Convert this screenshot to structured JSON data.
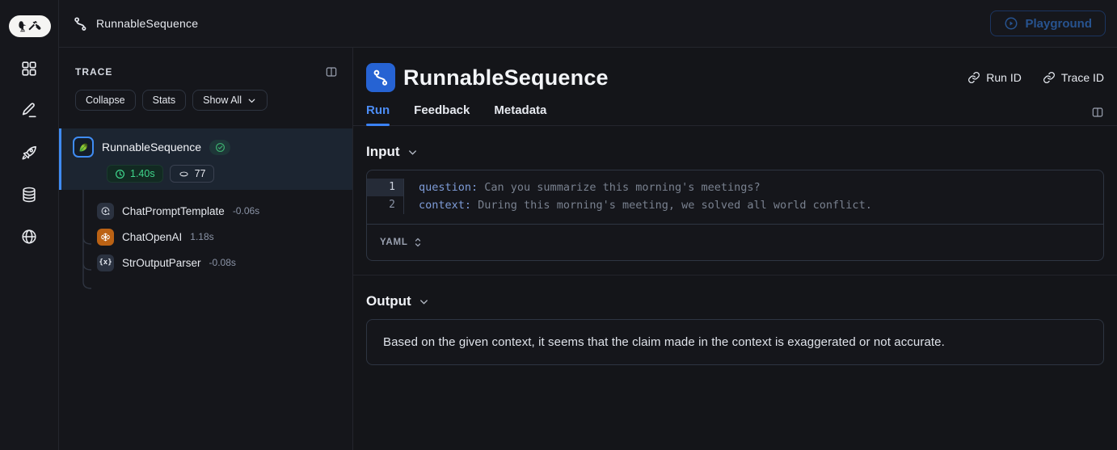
{
  "topbar": {
    "breadcrumb": "RunnableSequence",
    "playground_label": "Playground"
  },
  "sidebar": {
    "icons": [
      "projects-grid-icon",
      "annotation-pencil-icon",
      "deployments-rocket-icon",
      "datasets-database-icon",
      "hub-globe-icon"
    ]
  },
  "trace_panel": {
    "title": "TRACE",
    "collapse_label": "Collapse",
    "stats_label": "Stats",
    "show_all_label": "Show All",
    "root": {
      "name": "RunnableSequence",
      "duration": "1.40s",
      "tokens": "77",
      "status": "success"
    },
    "children": [
      {
        "name": "ChatPromptTemplate",
        "duration": "-0.06s",
        "icon": "prompt-template-icon"
      },
      {
        "name": "ChatOpenAI",
        "duration": "1.18s",
        "icon": "openai-icon"
      },
      {
        "name": "StrOutputParser",
        "duration": "-0.08s",
        "icon": "parser-icon",
        "icon_label": "{x}"
      }
    ]
  },
  "main": {
    "title": "RunnableSequence",
    "run_id_label": "Run ID",
    "trace_id_label": "Trace ID",
    "tabs": [
      {
        "label": "Run",
        "active": true
      },
      {
        "label": "Feedback",
        "active": false
      },
      {
        "label": "Metadata",
        "active": false
      }
    ],
    "input": {
      "heading": "Input",
      "format": "YAML",
      "lines": [
        {
          "num": "1",
          "key": "question:",
          "value": " Can you summarize this morning's meetings?"
        },
        {
          "num": "2",
          "key": "context:",
          "value": " During this morning's meeting, we solved all world conflict."
        }
      ]
    },
    "output": {
      "heading": "Output",
      "text": "Based on the given context, it seems that the claim made in the context is exaggerated or not accurate."
    }
  },
  "colors": {
    "accent_blue": "#3b82f6",
    "active_tab_blue": "#4c8df6",
    "success_green": "#3fd68c",
    "openai_orange": "#bb6214",
    "selected_row_bg": "#1c2531",
    "panel_bg": "#15161b",
    "main_bg": "#141519",
    "border": "#2e3542",
    "playground_dim_blue": "#27538f"
  }
}
